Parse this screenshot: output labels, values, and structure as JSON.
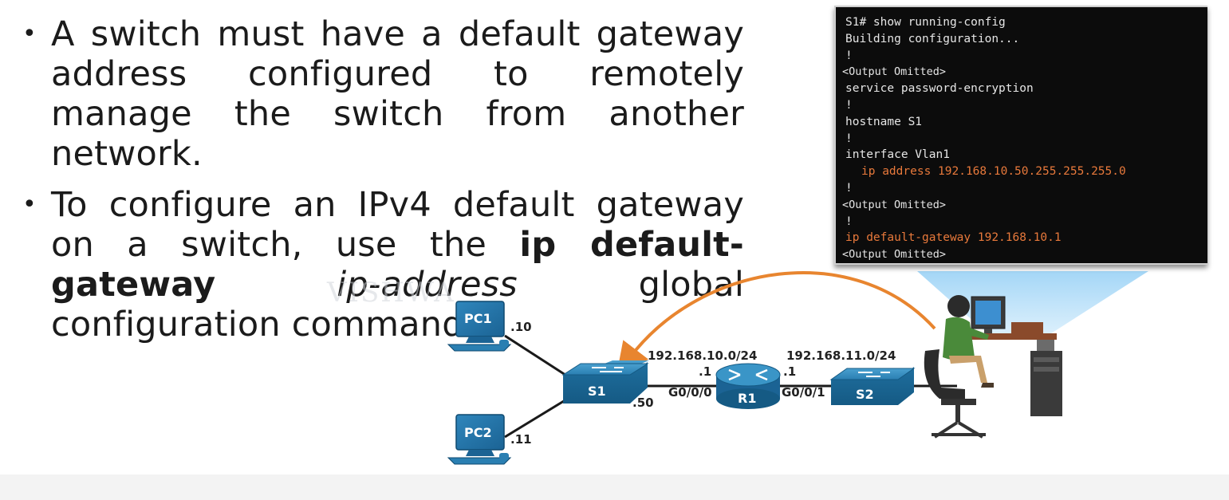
{
  "bullets": [
    {
      "text": "A switch must have a default gateway address configured to remotely manage the switch from another network."
    },
    {
      "prefix": "To configure an IPv4 default gateway on a switch, use the ",
      "command": "ip default-gateway",
      "space": " ",
      "argument": "ip-address",
      "suffix": " global configuration command."
    }
  ],
  "terminal": {
    "lines": [
      "S1# show running-config",
      "Building configuration...",
      "!",
      "<Output Omitted>",
      "service password-encryption",
      "!",
      "hostname S1",
      "!",
      "interface Vlan1",
      "ip address 192.168.10.50.255.255.255.0",
      "!",
      "<Output Omitted>",
      "!",
      "ip default-gateway 192.168.10.1",
      "<Output Omitted>"
    ],
    "highlight_color": "#e8793b"
  },
  "watermark": "VISHWA",
  "topology": {
    "devices": {
      "pc1": "PC1",
      "pc2": "PC2",
      "s1": "S1",
      "r1": "R1",
      "s2": "S2"
    },
    "labels": {
      "pc1_host": ".10",
      "pc2_host": ".11",
      "s1_host": ".50",
      "net_left": "192.168.10.0/24",
      "net_right": "192.168.11.0/24",
      "r1_left_host": ".1",
      "r1_right_host": ".1",
      "r1_left_intf": "G0/0/0",
      "r1_right_intf": "G0/0/1"
    },
    "colors": {
      "device_blue": "#1f6f9f",
      "arrow": "#e8852f",
      "beam": "#8ec9f1"
    }
  }
}
